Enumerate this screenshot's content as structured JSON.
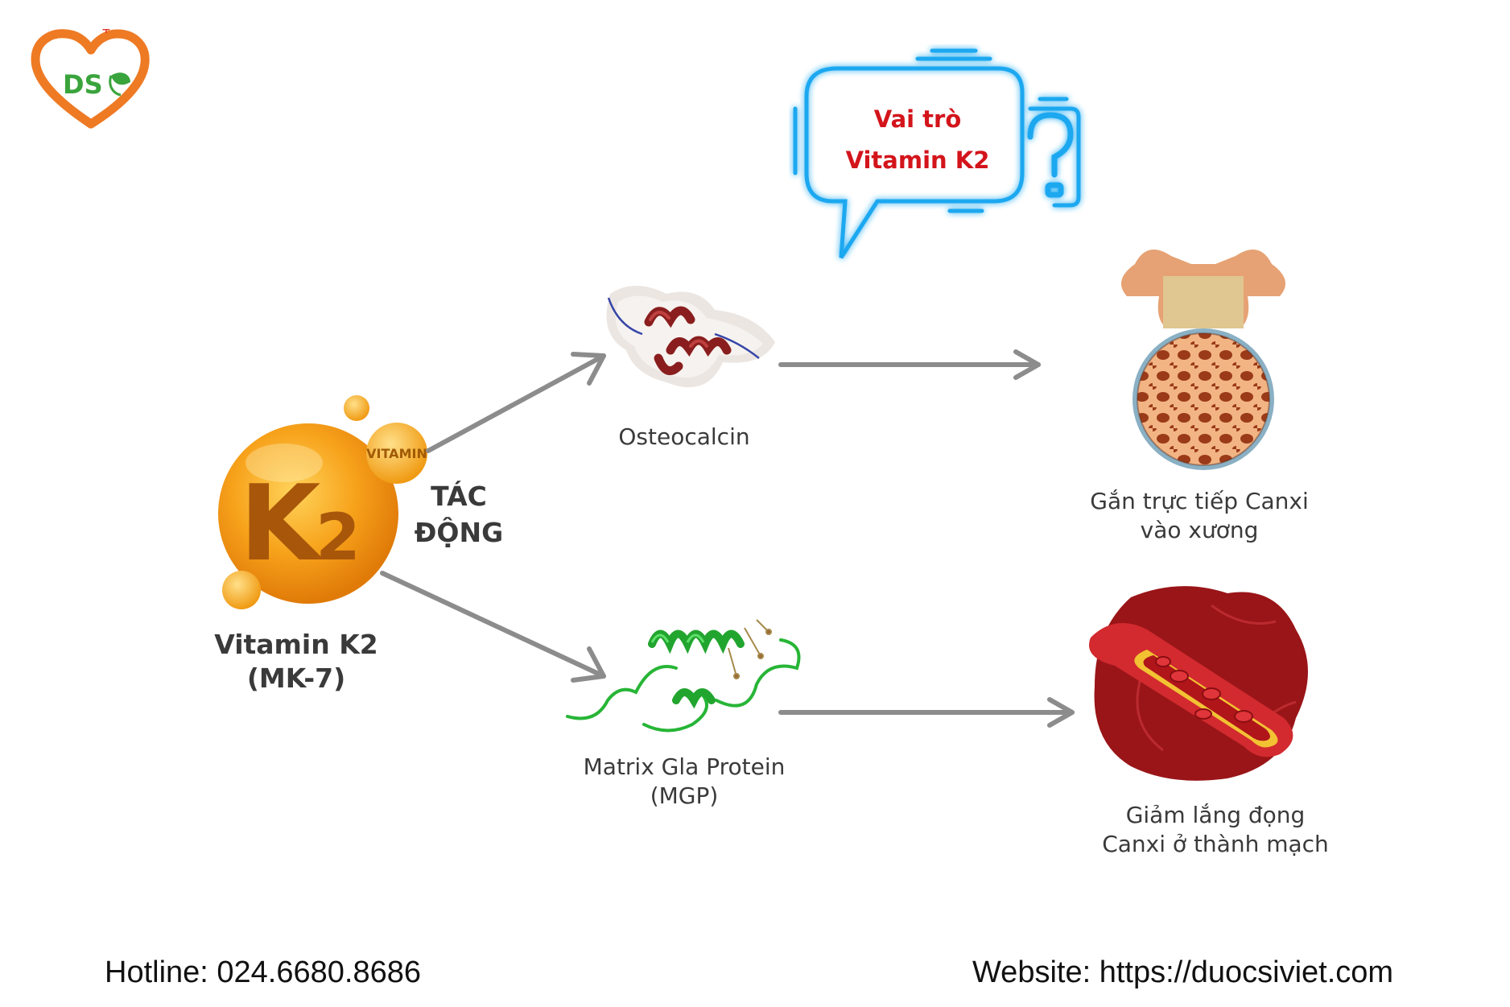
{
  "logo": {
    "text": "DS"
  },
  "bubble": {
    "line1": "Vai trò",
    "line2": "Vitamin K2",
    "mark": "?"
  },
  "k2": {
    "badge": "VITAMIN",
    "letter": "K",
    "digit": "2",
    "name_line1": "Vitamin K2",
    "name_line2": "(MK-7)"
  },
  "action": {
    "line1": "TÁC",
    "line2": "ĐỘNG"
  },
  "osteocalcin": {
    "label": "Osteocalcin"
  },
  "mgp": {
    "line1": "Matrix Gla Protein",
    "line2": "(MGP)"
  },
  "bone": {
    "line1": "Gắn trực tiếp Canxi",
    "line2": "vào xương"
  },
  "vessel": {
    "line1": "Giảm lắng đọng",
    "line2": "Canxi ở thành mạch"
  },
  "footer": {
    "hotline": "Hotline: 024.6680.8686",
    "website": "Website: https://duocsiviet.com"
  },
  "colors": {
    "brand_orange": "#ee7a24",
    "brand_green": "#3aa43c",
    "bubble_red": "#d3141b",
    "neon_blue": "#1fa8f0",
    "arrow_gray": "#8c8c8c"
  }
}
